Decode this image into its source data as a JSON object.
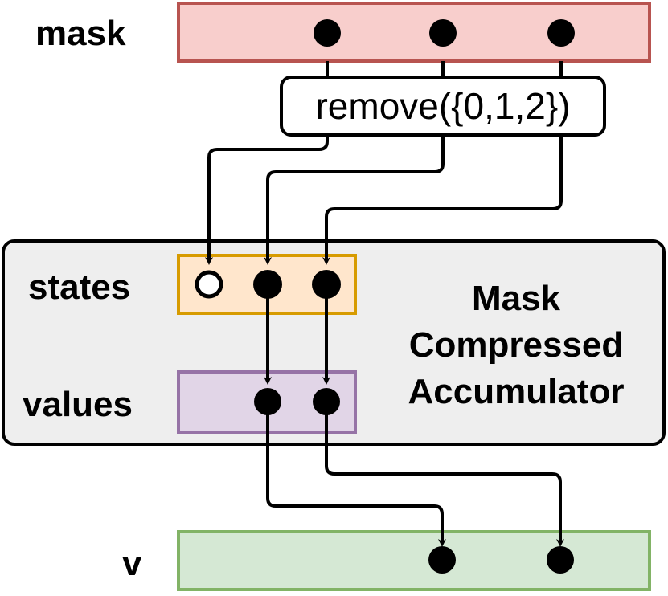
{
  "rows": {
    "mask": "mask",
    "states": "states",
    "values": "values",
    "v": "v"
  },
  "function_label": "remove({0,1,2})",
  "accumulator": {
    "line1": "Mask",
    "line2": "Compressed",
    "line3": "Accumulator"
  },
  "colors": {
    "mask_fill": "#f8cecc",
    "mask_stroke": "#b85450",
    "states_fill": "#ffe6cc",
    "states_stroke": "#d79b00",
    "values_fill": "#e1d5e7",
    "values_stroke": "#9673a6",
    "v_fill": "#d5e8d4",
    "v_stroke": "#82b366",
    "container_fill": "#eeeeee",
    "container_stroke": "#000000"
  }
}
